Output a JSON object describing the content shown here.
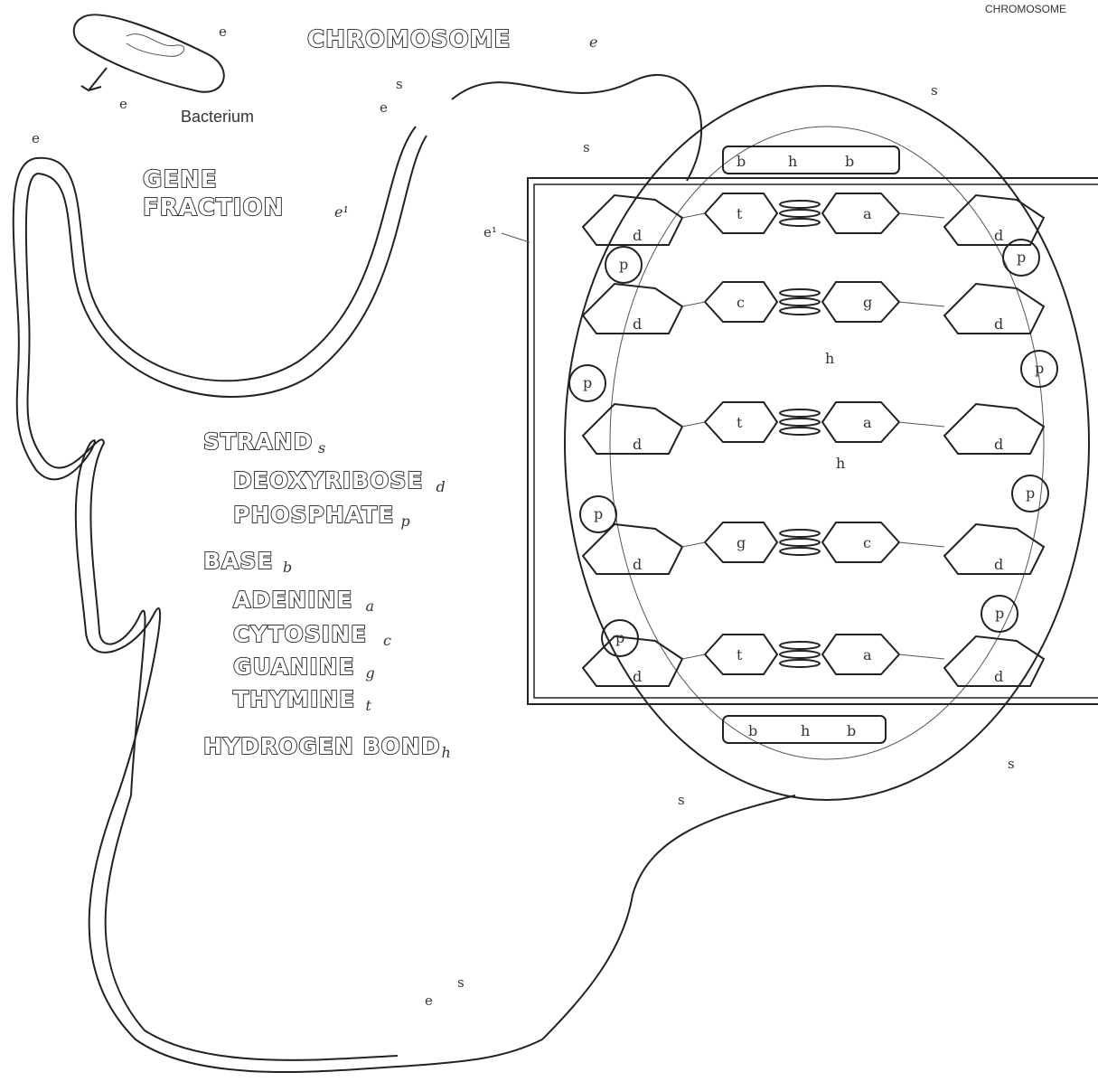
{
  "header": {
    "corner": "CHROMOSOME"
  },
  "title": {
    "text": "CHROMOSOME",
    "sub": "e"
  },
  "gene_fraction": {
    "line1": "GENE",
    "line2": "FRACTION",
    "sub": "e¹"
  },
  "bacterium": {
    "label": "Bacterium"
  },
  "legend": [
    {
      "text": "STRAND",
      "sub": "s"
    },
    {
      "text": "DEOXYRIBOSE",
      "sub": "d"
    },
    {
      "text": "PHOSPHATE",
      "sub": "p"
    },
    {
      "text": "BASE",
      "sub": "b"
    },
    {
      "text": "ADENINE",
      "sub": "a"
    },
    {
      "text": "CYTOSINE",
      "sub": "c"
    },
    {
      "text": "GUANINE",
      "sub": "g"
    },
    {
      "text": "THYMINE",
      "sub": "t"
    },
    {
      "text": "HYDROGEN BOND",
      "sub": "h"
    }
  ],
  "markers": {
    "e": "e",
    "e1": "e¹",
    "s": "s",
    "p": "p",
    "d": "d",
    "h": "h",
    "b": "b",
    "a": "a",
    "c": "c",
    "g": "g",
    "t": "t"
  },
  "base_pairs": [
    {
      "left": "t",
      "right": "a"
    },
    {
      "left": "c",
      "right": "g"
    },
    {
      "left": "t",
      "right": "a"
    },
    {
      "left": "g",
      "right": "c"
    },
    {
      "left": "t",
      "right": "a"
    }
  ],
  "colors": {
    "ink": "#222222",
    "paper": "#ffffff"
  }
}
